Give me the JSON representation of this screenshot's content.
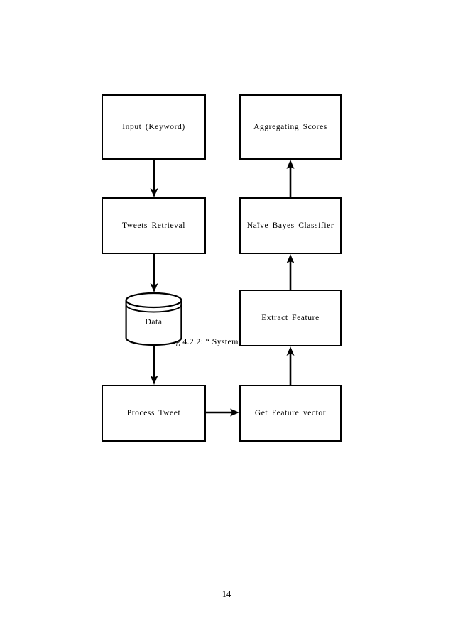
{
  "document": {
    "page_number": "14",
    "figure_caption": "Fig 4.2.2: “ System",
    "background_color": "#ffffff",
    "stroke_color": "#000000"
  },
  "diagram": {
    "type": "flowchart",
    "nodes": [
      {
        "id": "input",
        "label": "Input  (Keyword)",
        "shape": "rectangle",
        "column": "left",
        "row": 1
      },
      {
        "id": "aggregating",
        "label": "Aggregating  Scores",
        "shape": "rectangle",
        "column": "right",
        "row": 1
      },
      {
        "id": "tweets",
        "label": "Tweets  Retrieval",
        "shape": "rectangle",
        "column": "left",
        "row": 2
      },
      {
        "id": "naive",
        "label": "Naïve Bayes  Classifier",
        "shape": "rectangle",
        "column": "right",
        "row": 2
      },
      {
        "id": "data",
        "label": "Data",
        "shape": "cylinder",
        "column": "left",
        "row": 3
      },
      {
        "id": "extract",
        "label": "Extract  Feature",
        "shape": "rectangle",
        "column": "right",
        "row": 3
      },
      {
        "id": "process",
        "label": "Process Tweet",
        "shape": "rectangle",
        "column": "left",
        "row": 4
      },
      {
        "id": "getvector",
        "label": "Get Feature vector",
        "shape": "rectangle",
        "column": "right",
        "row": 4
      }
    ],
    "edges": [
      {
        "from": "input",
        "to": "tweets",
        "direction": "down"
      },
      {
        "from": "tweets",
        "to": "data",
        "direction": "down"
      },
      {
        "from": "data",
        "to": "process",
        "direction": "down"
      },
      {
        "from": "process",
        "to": "getvector",
        "direction": "right"
      },
      {
        "from": "getvector",
        "to": "extract",
        "direction": "up"
      },
      {
        "from": "extract",
        "to": "naive",
        "direction": "up"
      },
      {
        "from": "naive",
        "to": "aggregating",
        "direction": "up"
      }
    ]
  }
}
